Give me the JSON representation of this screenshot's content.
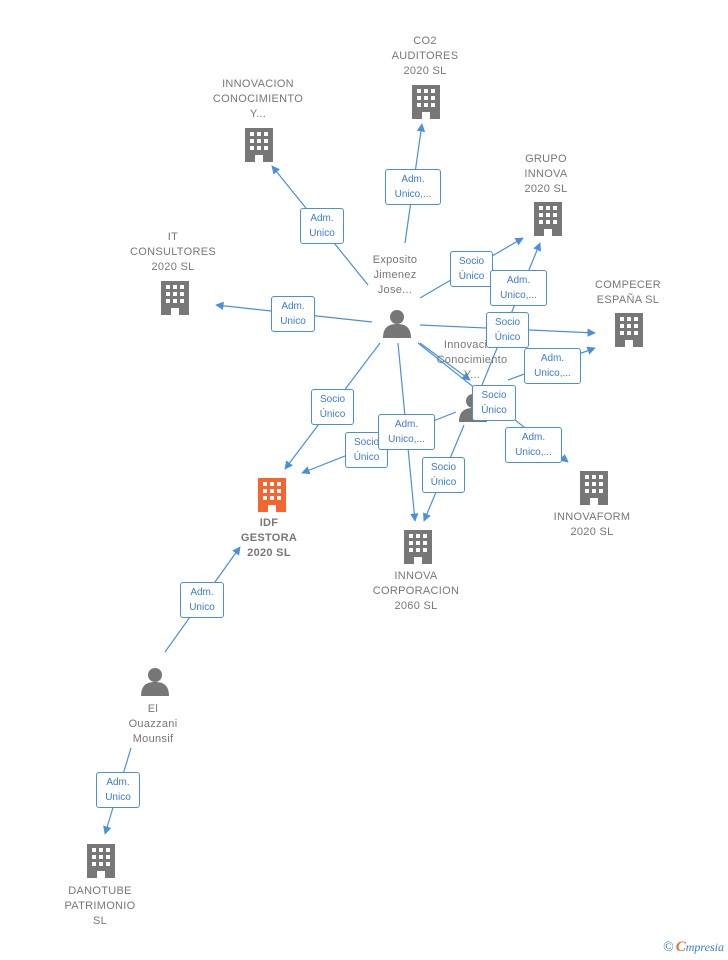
{
  "colors": {
    "edge": "#4a90d9",
    "building": "#777777",
    "highlight": "#f4652f",
    "person": "#777777"
  },
  "nodes": {
    "co2": {
      "lines": [
        "CO2",
        "AUDITORES",
        "2020  SL"
      ],
      "icon": "building-icon"
    },
    "innov_con": {
      "lines": [
        "INNOVACION",
        "CONOCIMIENTO",
        "Y..."
      ],
      "icon": "building-icon"
    },
    "grupo": {
      "lines": [
        "GRUPO",
        "INNOVA",
        "2020  SL"
      ],
      "icon": "building-icon"
    },
    "it": {
      "lines": [
        "IT",
        "CONSULTORES",
        "2020  SL"
      ],
      "icon": "building-icon"
    },
    "compecer": {
      "lines": [
        "COMPECER",
        "ESPAÑA  SL"
      ],
      "icon": "building-icon"
    },
    "exposito": {
      "lines": [
        "Exposito",
        "Jimenez",
        "Jose..."
      ],
      "icon": "person-icon"
    },
    "innov_person": {
      "lines": [
        "Innovacion",
        "Conocimiento",
        "Y..."
      ],
      "icon": "person-icon"
    },
    "idf": {
      "lines": [
        "IDF",
        "GESTORA",
        "2020  SL"
      ],
      "icon": "building-icon-highlight"
    },
    "innova_corp": {
      "lines": [
        "INNOVA",
        "CORPORACION",
        "2060  SL"
      ],
      "icon": "building-icon"
    },
    "innovaform": {
      "lines": [
        "INNOVAFORM",
        "2020 SL"
      ],
      "icon": "building-icon"
    },
    "elouazzani": {
      "lines": [
        "El",
        "Ouazzani",
        "Mounsif"
      ],
      "icon": "person-icon"
    },
    "danotube": {
      "lines": [
        "DANOTUBE",
        "PATRIMONIO",
        "SL"
      ],
      "icon": "building-icon"
    }
  },
  "edges": [
    {
      "lines": [
        "Adm.",
        "Unico,..."
      ]
    },
    {
      "lines": [
        "Adm.",
        "Unico"
      ]
    },
    {
      "lines": [
        "Socio",
        "Único"
      ]
    },
    {
      "lines": [
        "Adm.",
        "Unico,..."
      ]
    },
    {
      "lines": [
        "Adm.",
        "Unico"
      ]
    },
    {
      "lines": [
        "Socio",
        "Único"
      ]
    },
    {
      "lines": [
        "Adm.",
        "Unico,..."
      ]
    },
    {
      "lines": [
        "Socio",
        "Único"
      ]
    },
    {
      "lines": [
        "Socio",
        "Único"
      ]
    },
    {
      "lines": [
        "Adm.",
        "Unico,..."
      ]
    },
    {
      "lines": [
        "Socio",
        "Único"
      ]
    },
    {
      "lines": [
        "Adm.",
        "Unico,..."
      ]
    },
    {
      "lines": [
        "Socio",
        "Único"
      ]
    },
    {
      "lines": [
        "Adm.",
        "Unico"
      ]
    },
    {
      "lines": [
        "Adm.",
        "Unico"
      ]
    }
  ],
  "watermark": {
    "symbol": "©",
    "brand_first": "C",
    "brand_rest": "mpresia"
  }
}
